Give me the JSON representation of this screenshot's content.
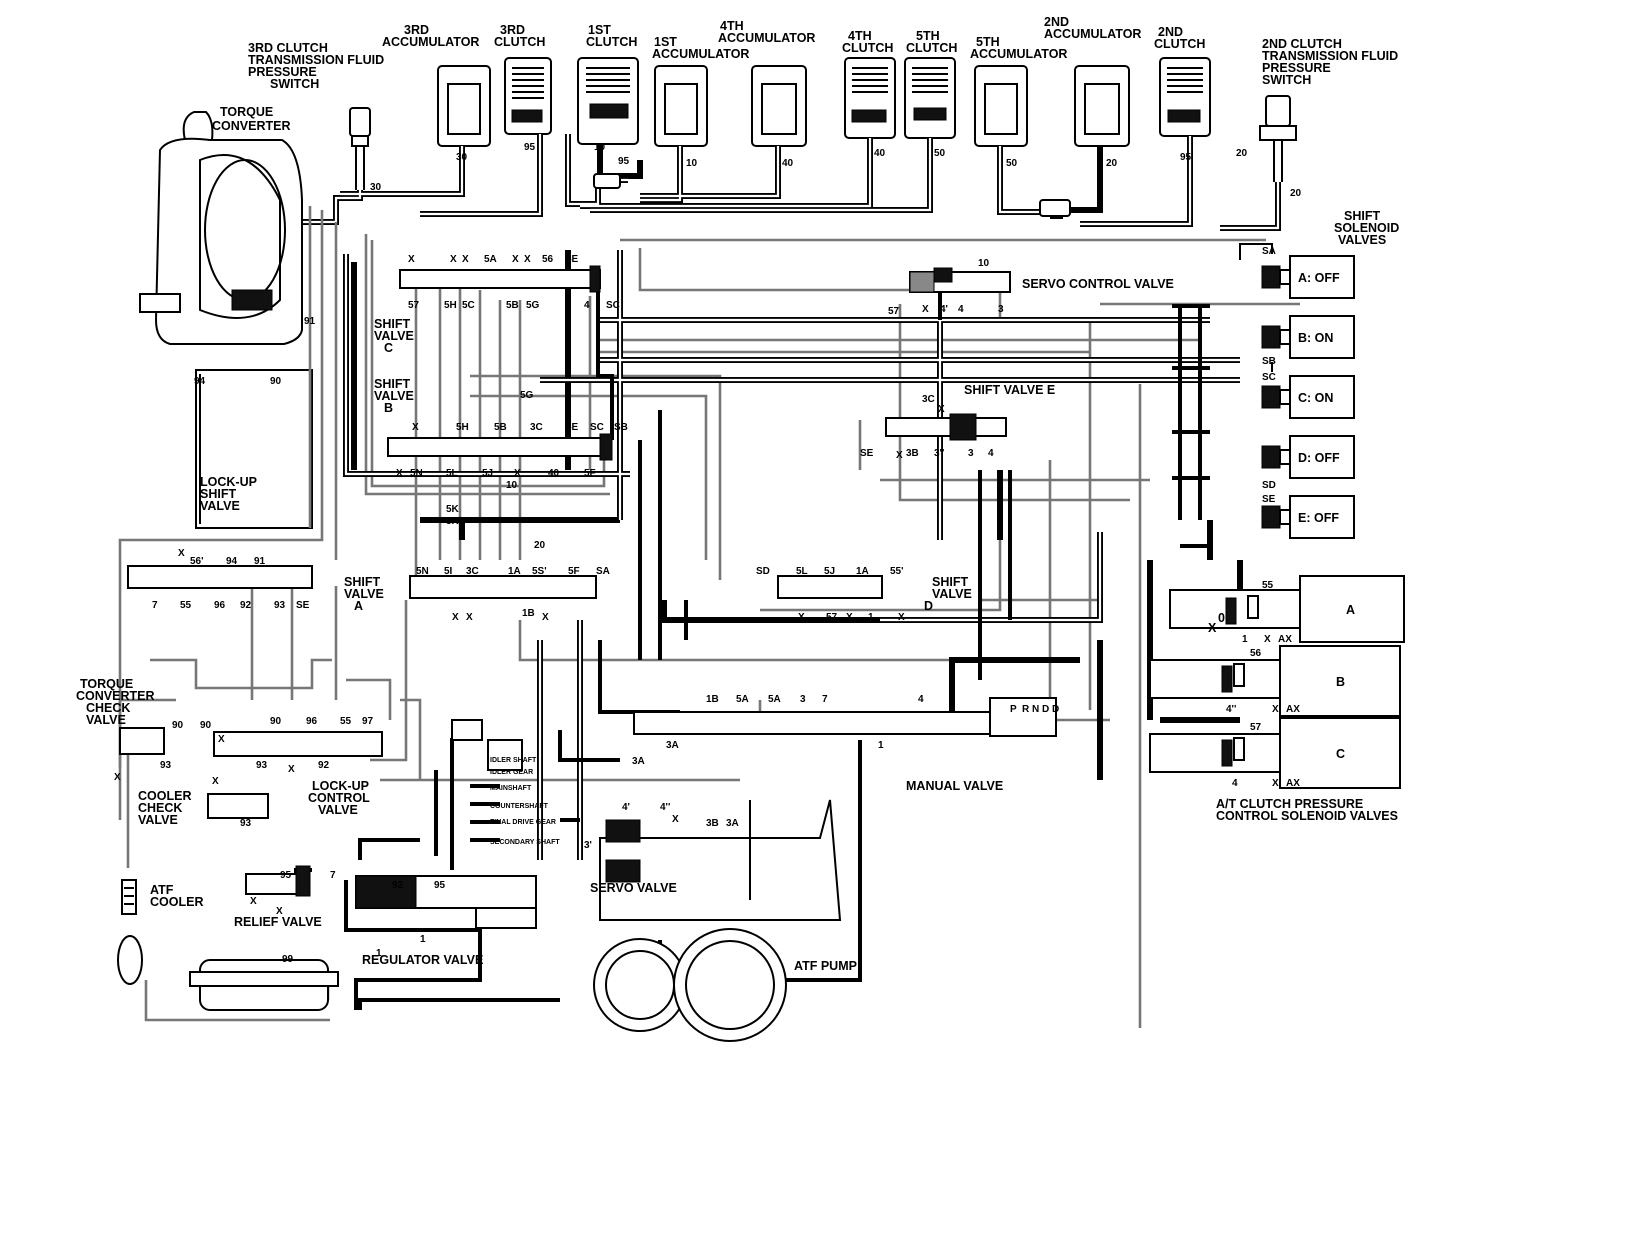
{
  "components": {
    "clutch3_switch": [
      "3RD CLUTCH",
      "TRANSMISSION FLUID",
      "PRESSURE",
      "SWITCH"
    ],
    "accumulator3": [
      "3RD",
      "ACCUMULATOR"
    ],
    "clutch3": [
      "3RD",
      "CLUTCH"
    ],
    "clutch1": [
      "1ST",
      "CLUTCH"
    ],
    "accumulator1": [
      "1ST",
      "ACCUMULATOR"
    ],
    "accumulator4": [
      "4TH",
      "ACCUMULATOR"
    ],
    "clutch4": [
      "4TH",
      "CLUTCH"
    ],
    "clutch5": [
      "5TH",
      "CLUTCH"
    ],
    "accumulator5": [
      "5TH",
      "ACCUMULATOR"
    ],
    "accumulator2": [
      "2ND",
      "ACCUMULATOR"
    ],
    "clutch2": [
      "2ND",
      "CLUTCH"
    ],
    "clutch2_switch": [
      "2ND CLUTCH",
      "TRANSMISSION FLUID",
      "PRESSURE",
      "SWITCH"
    ],
    "torque_converter": [
      "TORQUE",
      "CONVERTER"
    ],
    "shift_solenoid_valves": [
      "SHIFT",
      "SOLENOID",
      "VALVES"
    ],
    "servo_control_valve": "SERVO CONTROL VALVE",
    "shift_valve_c": [
      "SHIFT",
      "VALVE",
      "C"
    ],
    "shift_valve_b": [
      "SHIFT",
      "VALVE",
      "B"
    ],
    "shift_valve_e": "SHIFT VALVE E",
    "lockup_shift_valve": [
      "LOCK-UP",
      "SHIFT",
      "VALVE"
    ],
    "shift_valve_a": [
      "SHIFT",
      "VALVE",
      "A"
    ],
    "shift_valve_d": [
      "SHIFT",
      "VALVE",
      "D"
    ],
    "tc_check_valve": [
      "TORQUE",
      "CONVERTER",
      "CHECK",
      "VALVE"
    ],
    "cooler_check_valve": [
      "COOLER",
      "CHECK",
      "VALVE"
    ],
    "lockup_control_valve": [
      "LOCK-UP",
      "CONTROL",
      "VALVE"
    ],
    "manual_valve": "MANUAL VALVE",
    "atc_solenoids": [
      "A/T CLUTCH PRESSURE",
      "CONTROL SOLENOID VALVES"
    ],
    "atf_cooler": [
      "ATF",
      "COOLER"
    ],
    "relief_valve": "RELIEF VALVE",
    "servo_valve": "SERVO VALVE",
    "regulator_valve": "REGULATOR VALVE",
    "atf_pump": "ATF PUMP"
  },
  "solenoids": [
    {
      "label": "A: OFF",
      "port": "SA"
    },
    {
      "label": "B: ON",
      "port": "SB"
    },
    {
      "label": "C: ON",
      "port": "SC"
    },
    {
      "label": "D: OFF",
      "port": "SD"
    },
    {
      "label": "E: OFF",
      "port": "SE"
    }
  ],
  "pressure_solenoids": [
    {
      "label": "A",
      "port": "55",
      "feed": "1"
    },
    {
      "label": "B",
      "port": "56",
      "feed": "4''"
    },
    {
      "label": "C",
      "port": "57",
      "feed": "4"
    }
  ],
  "sensors": [
    "IDLER SHAFT",
    "IDLER GEAR",
    "MAINSHAFT",
    "COUNTERSHAFT",
    "FINAL DRIVE GEAR",
    "SECONDARY SHAFT"
  ],
  "manual_positions": [
    "P",
    "R",
    "N",
    "D",
    "D"
  ],
  "ports": {
    "top": [
      "30",
      "30",
      "95",
      "10",
      "95",
      "10",
      "40",
      "40",
      "50",
      "50",
      "20",
      "95",
      "20",
      "20"
    ],
    "svc": [
      "X",
      "X",
      "X",
      "5A",
      "X",
      "X",
      "56",
      "5E",
      "57",
      "5H",
      "5C",
      "5B",
      "5G",
      "4",
      "SC"
    ],
    "svb": [
      "5G",
      "X",
      "5H",
      "5B",
      "3C",
      "5E",
      "SC",
      "SB",
      "X",
      "5N",
      "5L",
      "5J",
      "X",
      "40",
      "5F",
      "10",
      "5K"
    ],
    "sve": [
      "3C",
      "X",
      "SE",
      "X",
      "3B",
      "3''",
      "3",
      "4"
    ],
    "servo_ctl": [
      "10",
      "57",
      "X",
      "4'",
      "4",
      "3"
    ],
    "sva": [
      "5K",
      "20",
      "5N",
      "5I",
      "3C",
      "1A",
      "5S'",
      "5F",
      "SA",
      "X",
      "X",
      "1B",
      "X"
    ],
    "svd": [
      "SD",
      "5L",
      "5J",
      "1A",
      "55'",
      "X",
      "57",
      "X",
      "1",
      "X"
    ],
    "lockup": [
      "X",
      "56'",
      "94",
      "91",
      "7",
      "55",
      "96",
      "92",
      "93",
      "SE",
      "94",
      "90",
      "91"
    ],
    "lower": [
      "90",
      "90",
      "90",
      "96",
      "55",
      "97",
      "93",
      "93",
      "X",
      "X",
      "X",
      "X",
      "93",
      "92"
    ],
    "manual": [
      "1B",
      "5A",
      "5A",
      "3",
      "7",
      "4",
      "1",
      "3A",
      "3A"
    ],
    "servo": [
      "4'",
      "4''",
      "X",
      "3B",
      "3A",
      "3'"
    ],
    "regulator": [
      "95",
      "7",
      "X",
      "X",
      "92",
      "95",
      "1",
      "1",
      "99"
    ],
    "atc": [
      "X",
      "0",
      "X",
      "AX",
      "X",
      "AX",
      "X",
      "AX"
    ]
  }
}
